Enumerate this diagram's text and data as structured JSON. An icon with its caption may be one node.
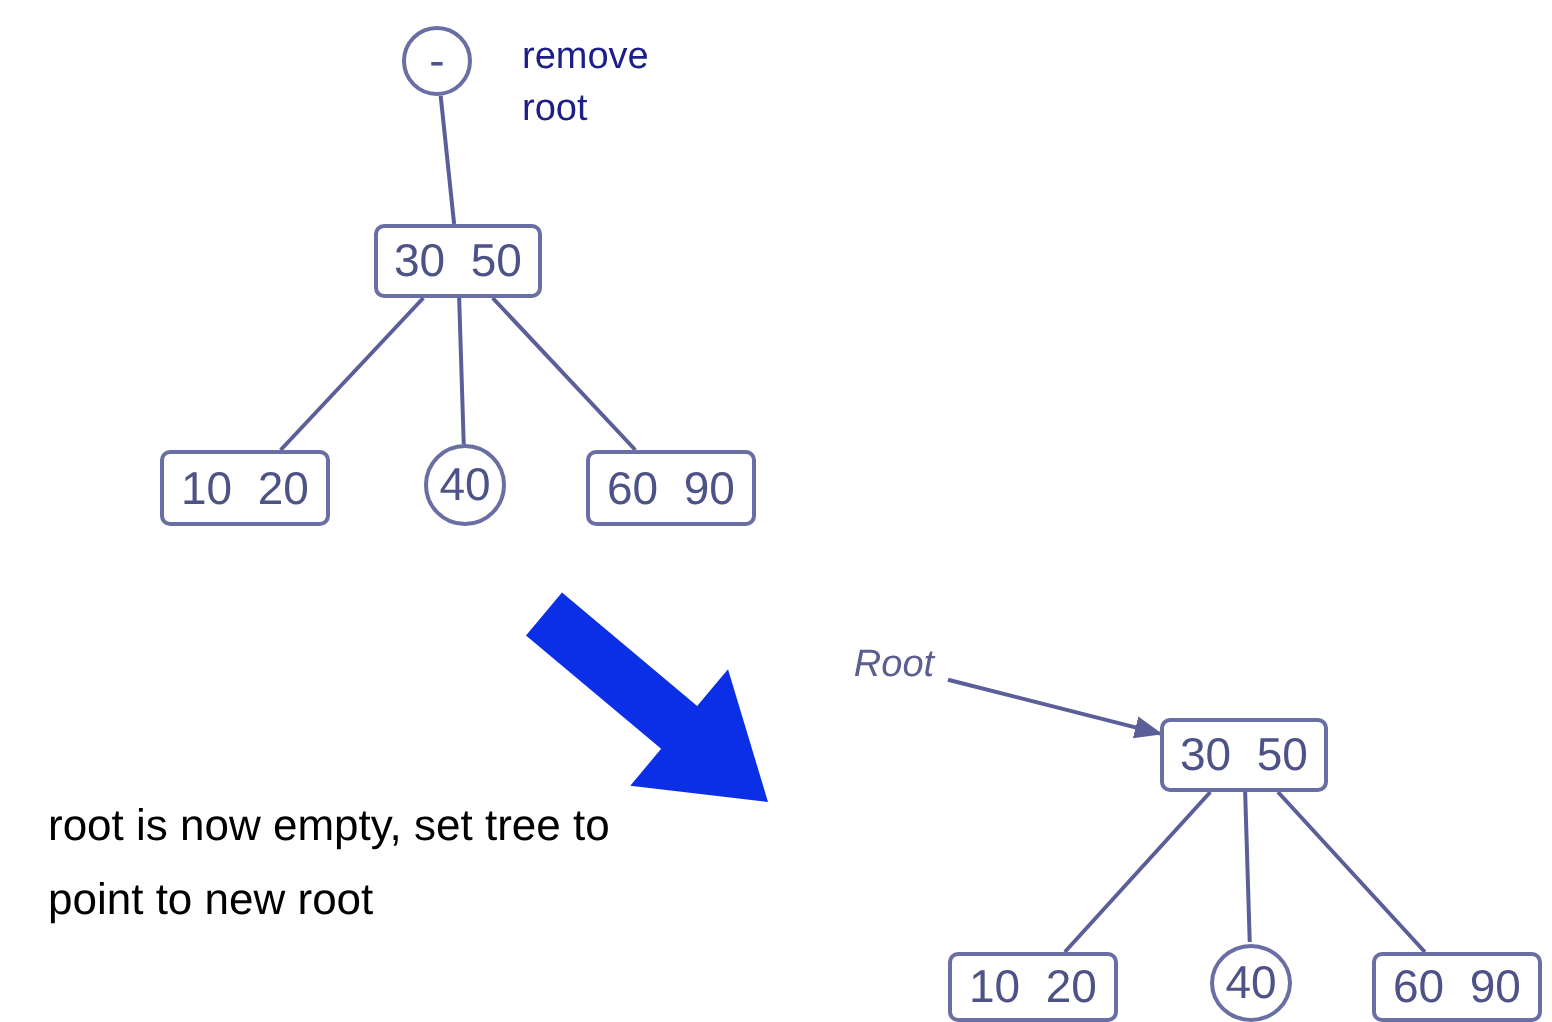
{
  "diagram": {
    "nodes": [
      {
        "text": [
          "-"
        ],
        "beside": [
          "remove root"
        ]
      },
      {
        "text": [
          "30 50"
        ]
      },
      {
        "text": [
          "10 20"
        ]
      },
      {
        "text": [
          "40"
        ]
      },
      {
        "text": [
          "60 90"
        ]
      },
      {
        "text": [
          "Root"
        ]
      },
      {
        "text": [
          "30 50"
        ]
      },
      {
        "text": [
          "10 20"
        ]
      },
      {
        "text": [
          "40"
        ]
      },
      {
        "text": [
          "60 90"
        ]
      }
    ],
    "edges": [
      {
        "from": 0,
        "to": 1,
        "arrow": "none"
      },
      {
        "from": 1,
        "to": 2,
        "arrow": "none"
      },
      {
        "from": 1,
        "to": 3,
        "arrow": "none"
      },
      {
        "from": 1,
        "to": 4,
        "arrow": "none"
      },
      {
        "from": 5,
        "to": 6,
        "arrow": "to"
      },
      {
        "from": 6,
        "to": 7,
        "arrow": "none"
      },
      {
        "from": 6,
        "to": 8,
        "arrow": "none"
      },
      {
        "from": 6,
        "to": 9,
        "arrow": "none"
      }
    ],
    "labels": [
      "root is now empty, set tree to point to new root"
    ]
  }
}
